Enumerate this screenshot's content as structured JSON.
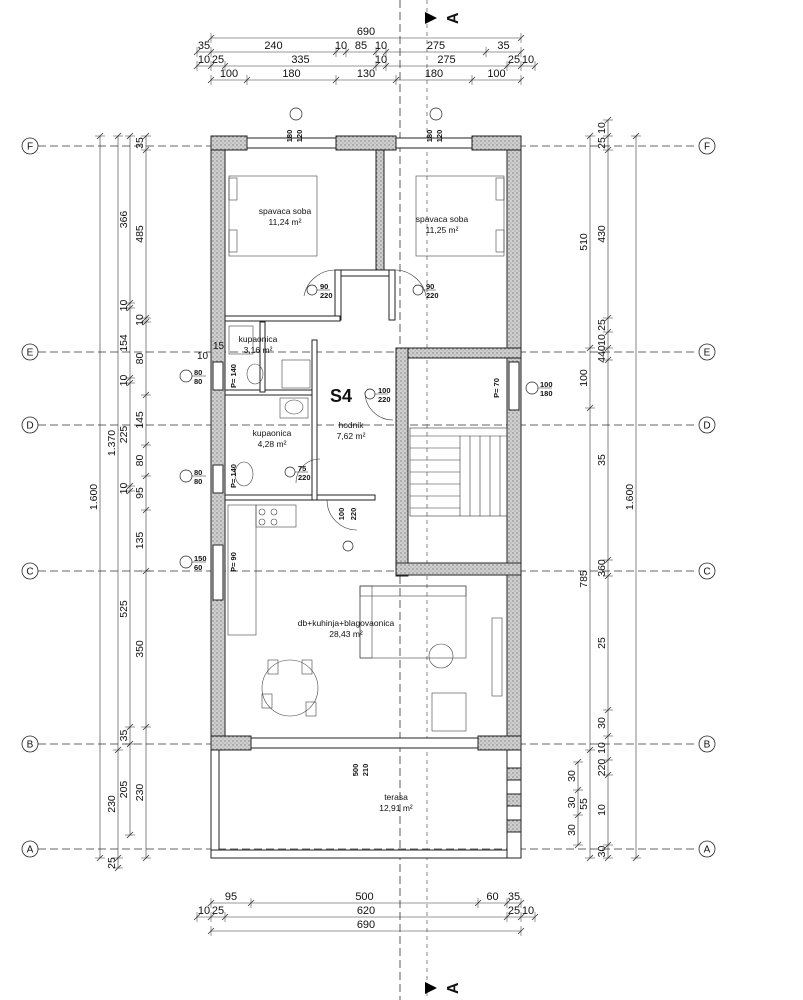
{
  "section_marker": {
    "label": "A"
  },
  "apartment": {
    "label": "S4"
  },
  "axes": [
    "F",
    "E",
    "D",
    "C",
    "B",
    "A"
  ],
  "top_dims": {
    "row1": [
      "690"
    ],
    "row2": [
      "35",
      "240",
      "10",
      "85",
      "10",
      "275",
      "35"
    ],
    "row3": [
      "10",
      "25",
      "335",
      "10",
      "275",
      "25",
      "10"
    ],
    "row4": [
      "100",
      "180",
      "130",
      "180",
      "100"
    ]
  },
  "bottom_dims": {
    "row1": [
      "95",
      "500",
      "60",
      "35"
    ],
    "row2": [
      "10",
      "25",
      "620",
      "25",
      "10"
    ],
    "row3": [
      "690"
    ]
  },
  "left_dims": {
    "outer": [
      "1.600"
    ],
    "second": [
      "1.370",
      "230",
      "25"
    ],
    "third": [
      "366",
      "10",
      "154",
      "10",
      "225",
      "10",
      "525",
      "35",
      "205"
    ],
    "inner": [
      "35",
      "485",
      "10",
      "80",
      "145",
      "80",
      "95",
      "135",
      "350",
      "230"
    ]
  },
  "right_dims": {
    "outer": [
      "1.600"
    ],
    "second": [
      "510",
      "100",
      "785",
      "55"
    ],
    "third": [
      "10",
      "25",
      "430",
      "25",
      "10",
      "440",
      "35",
      "360",
      "25",
      "30",
      "10",
      "220",
      "10",
      "30"
    ],
    "inner": [
      "30",
      "30",
      "30"
    ]
  },
  "rooms": [
    {
      "name": "spavaca soba",
      "area": "11,24 m²"
    },
    {
      "name": "spavaca soba",
      "area": "11,25 m²"
    },
    {
      "name": "kupaonica",
      "area": "3,16 m²"
    },
    {
      "name": "hodnik",
      "area": "7,62 m²"
    },
    {
      "name": "kupaonica",
      "area": "4,28 m²"
    },
    {
      "name": "db+kuhinja+blagovaonica",
      "area": "28,43 m²"
    },
    {
      "name": "terasa",
      "area": "12,91 m²"
    }
  ],
  "windows": [
    {
      "w": "180",
      "h": "120"
    },
    {
      "w": "180",
      "h": "120"
    },
    {
      "w": "80",
      "h": "80",
      "p": "P= 140"
    },
    {
      "w": "80",
      "h": "80",
      "p": "P= 140"
    },
    {
      "w": "150",
      "h": "60",
      "p": "P= 90"
    },
    {
      "w": "100",
      "h": "180",
      "p": "P= 70"
    },
    {
      "w": "500",
      "h": "210"
    }
  ],
  "doors": [
    {
      "w": "90",
      "h": "220"
    },
    {
      "w": "90",
      "h": "220"
    },
    {
      "w": "100",
      "h": "220"
    },
    {
      "w": "75",
      "h": "220"
    },
    {
      "w": "100",
      "h": "220"
    }
  ],
  "small_label": "15",
  "small_label2": "10"
}
